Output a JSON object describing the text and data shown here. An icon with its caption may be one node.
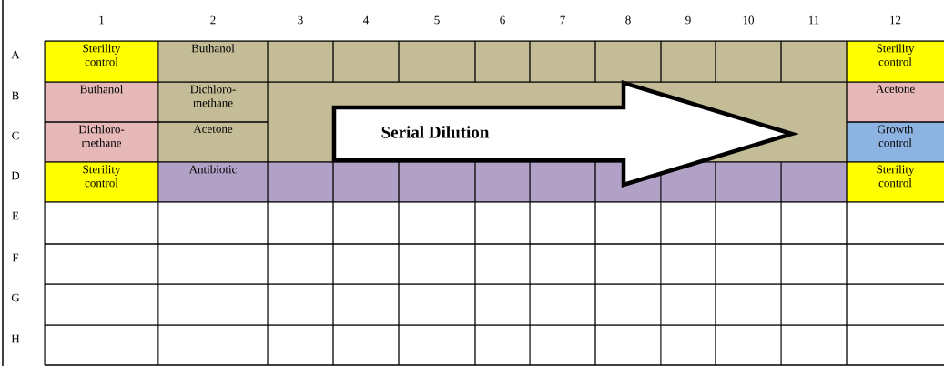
{
  "diagram": {
    "nodes": [
      {
        "text": [
          "Serial Dilution"
        ]
      }
    ],
    "edges": [],
    "labels": [
      "1",
      "2",
      "3",
      "4",
      "5",
      "6",
      "7",
      "8",
      "9",
      "10",
      "11",
      "12",
      "A",
      "Sterility control",
      "Buthanol",
      "Sterility control",
      "B",
      "Buthanol",
      "Dichloro- methane",
      "Acetone",
      "C",
      "Dichloro- methane",
      "Acetone",
      "Growth control",
      "D",
      "Sterility control",
      "Antibiotic",
      "Sterility control",
      "E",
      "F",
      "G",
      "H"
    ]
  }
}
